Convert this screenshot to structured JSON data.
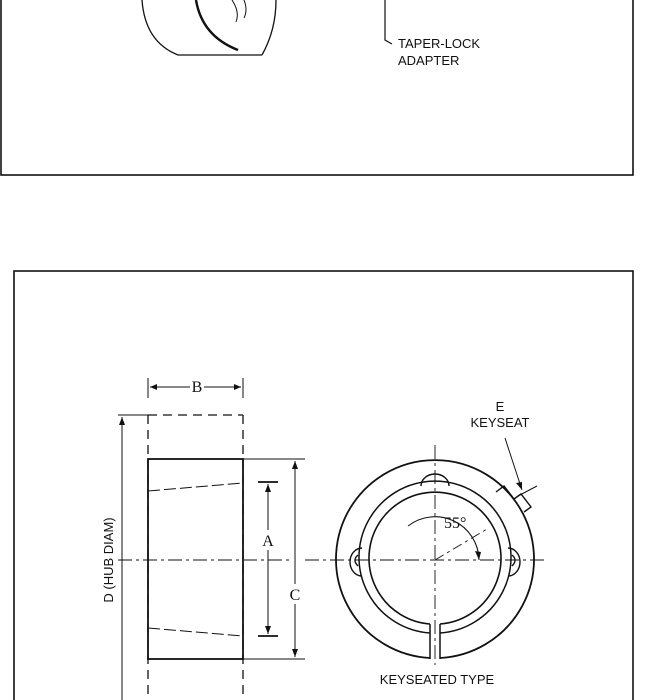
{
  "top_panel": {
    "callout": [
      "TAPER-LOCK",
      "ADAPTER"
    ]
  },
  "bottom_panel": {
    "dim_b": "B",
    "dim_a": "A",
    "dim_c": "C",
    "dim_d": "D (HUB DIAM)",
    "keyseat_letter": "E",
    "keyseat_label": "KEYSEAT",
    "angle": "55°",
    "caption": "KEYSEATED TYPE"
  }
}
